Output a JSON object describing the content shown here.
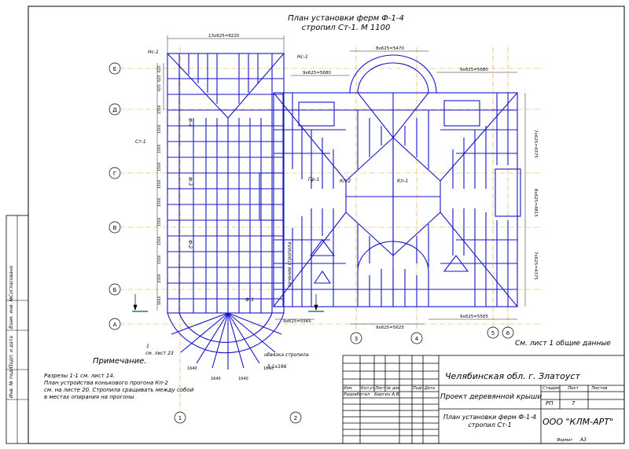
{
  "title": {
    "line1": "План установки ферм Ф-1-4",
    "line2": "стропил Ст-1. М 1100"
  },
  "axes": {
    "rows": [
      "Е",
      "Д",
      "Г",
      "В",
      "Б",
      "А"
    ],
    "cols": [
      "1",
      "2",
      "3",
      "4",
      "5",
      "6"
    ]
  },
  "dims": {
    "top_left": "13х625=8220",
    "top_mid": "8х625=5470",
    "top_right": "9х625=5680",
    "mid_left": "9х625=5680",
    "bottom_mid": "9х625=5625",
    "bottom_right": "9х625=5565",
    "bottom_small": "9х625=5565",
    "right_upper": "7х625=4375",
    "right_mid": "8х625=4815",
    "right_lower": "7х625=4375",
    "left_vert": [
      "625",
      "625",
      "625",
      "1500",
      "1500",
      "1500",
      "1500",
      "1500",
      "1500",
      "1500",
      "1500",
      "1500",
      "1500",
      "1640"
    ],
    "arc_dims": [
      "1640",
      "1640",
      "1640",
      "1640"
    ],
    "left_section": "сечение стропила"
  },
  "labels": {
    "nc1_a": "Нс-1",
    "nc1_b": "Нс-1",
    "st1": "Ст-1",
    "f1": "Ф-1",
    "f2": "Ф-2",
    "f3": "Ф-3",
    "f4": "Ф-4",
    "kp1": "Кп-1",
    "kp2": "Кп-2",
    "pr1": "Пр-1",
    "section_mark": "1",
    "section_ref": "см. лист 23",
    "section_note_1": "обвязка стропила",
    "section_note_2": "5 1х196"
  },
  "note": {
    "heading": "Примечание.",
    "lines": [
      "Разрезы 1-1 см. лист 14.",
      "План устройства конькового прогона Кп-2",
      "см. на листе 20. Стропила сращивать между собой",
      "в местах опирания на прогоны"
    ]
  },
  "see_sheet": "См. лист 1 общие данные",
  "left_strip": [
    "Согласовано",
    "Взам. инв. №",
    "Подп. и дата",
    "Инв. № подл."
  ],
  "title_block": {
    "location": "Челябинская обл. г. Златоуст",
    "project": "Проект деревянной крыши",
    "sheet_title": "План установки ферм Ф-1-4 стропил Ст-1",
    "company": "ООО \"КЛМ-АРТ\"",
    "hdr_izm": "Изм.",
    "hdr_kol": "Кол.уч",
    "hdr_list": "Лист",
    "hdr_ndok": "№ док",
    "hdr_podp": "Подп.",
    "hdr_data": "Дата",
    "role": "Разработал",
    "author": "Берген А.В.",
    "stage_label": "Стадия",
    "sheet_label": "Лист",
    "sheets_label": "Листов",
    "stage": "РП",
    "sheet": "7",
    "sheets": "",
    "format_label": "Формат",
    "format": "А3"
  },
  "colors": {
    "frame": "#000000",
    "members": "#1414c8",
    "axes": "#e0a030",
    "dim": "#222222",
    "green_marker": "#1a8a55"
  }
}
